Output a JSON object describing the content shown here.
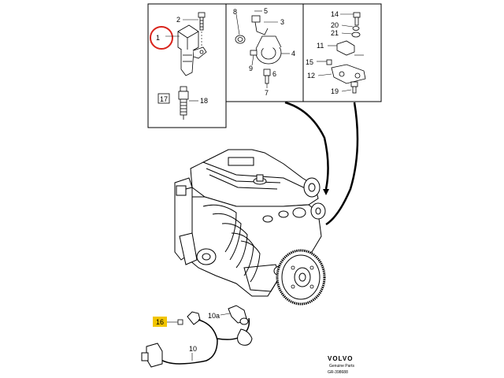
{
  "callouts": {
    "c1": "1",
    "c2": "2",
    "c3": "3",
    "c4": "4",
    "c5": "5",
    "c6": "6",
    "c7": "7",
    "c8": "8",
    "c9": "9",
    "c10": "10",
    "c10a": "10a",
    "c11": "11",
    "c12": "12",
    "c14": "14",
    "c15": "15",
    "c16": "16",
    "c17": "17",
    "c18": "18",
    "c19": "19",
    "c20": "20",
    "c21": "21"
  },
  "branding": {
    "brand": "VOLVO",
    "subtitle": "Genuine Parts",
    "code": "GR-398688"
  },
  "colors": {
    "highlight_circle": "#d9241c",
    "highlight_box": "#f2c500",
    "line": "#000000"
  }
}
